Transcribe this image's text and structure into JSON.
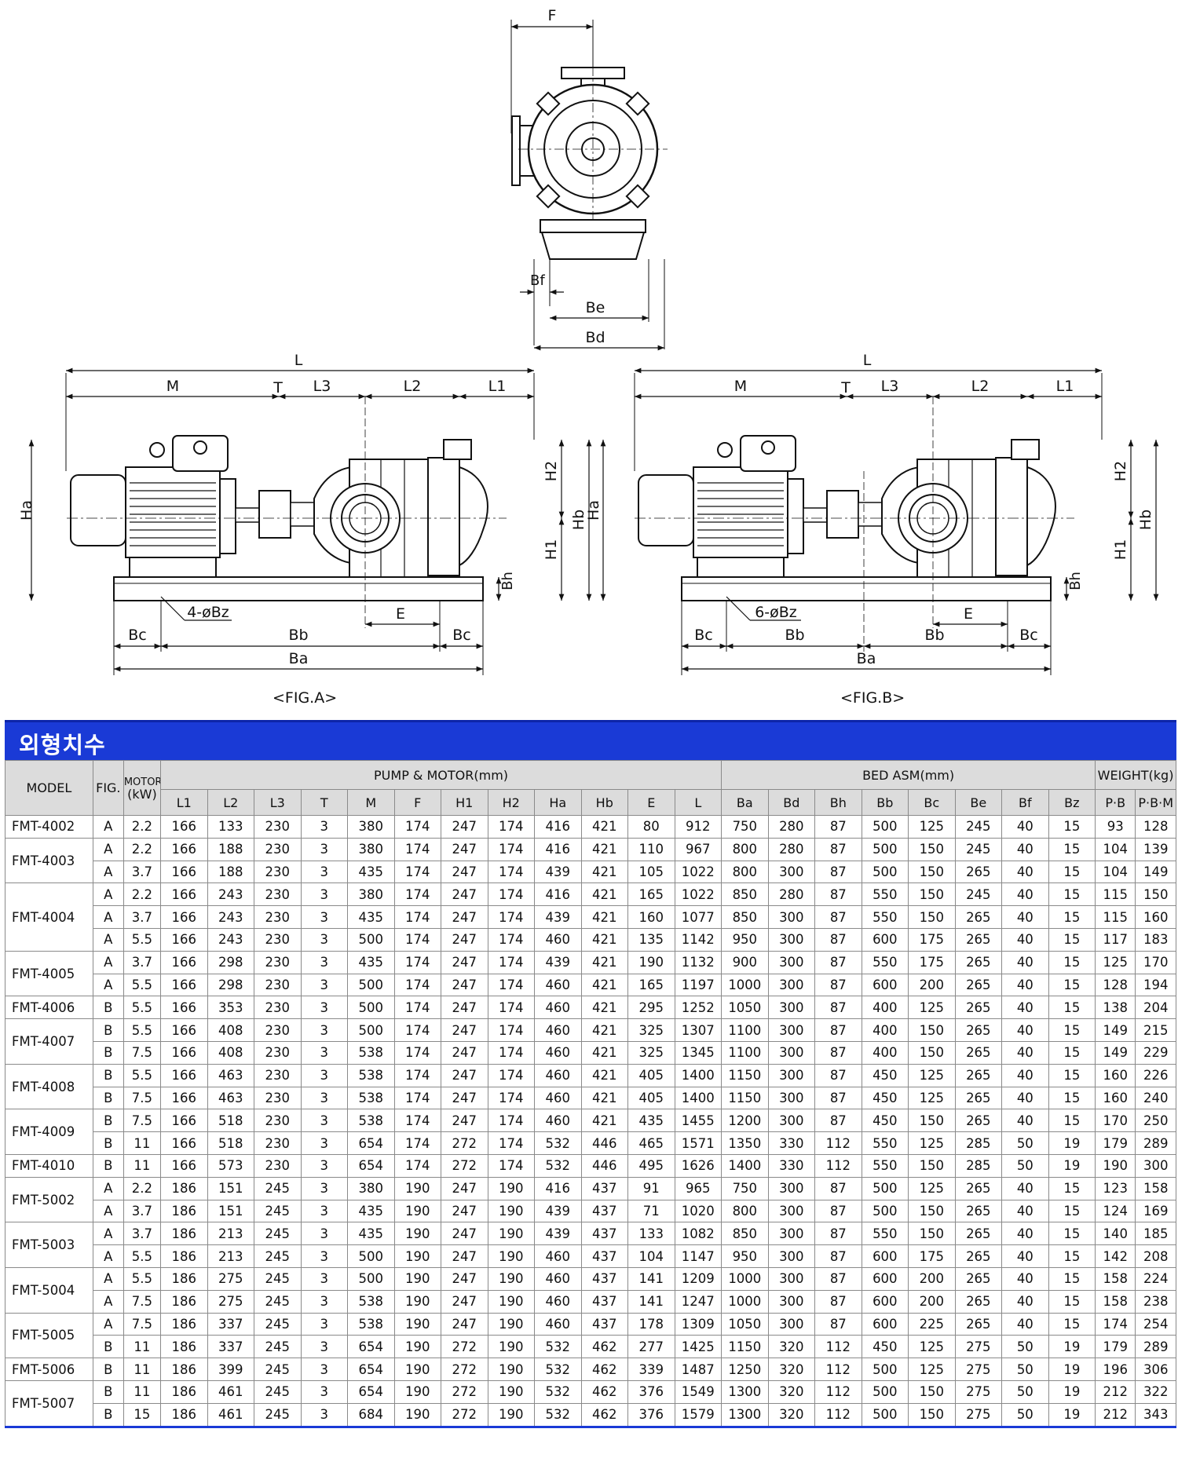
{
  "drawing_labels": {
    "F": "F",
    "Bf": "Bf",
    "Be": "Be",
    "Bd": "Bd",
    "L": "L",
    "M": "M",
    "T": "T",
    "L3": "L3",
    "L2": "L2",
    "L1": "L1",
    "Ha": "Ha",
    "H1": "H1",
    "H2": "H2",
    "Hb": "Hb",
    "Bh": "Bh",
    "E": "E",
    "Bb": "Bb",
    "Bc": "Bc",
    "Ba": "Ba",
    "bolts_a": "4-øBz",
    "bolts_b": "6-øBz"
  },
  "captions": {
    "fig_a": "<FIG.A>",
    "fig_b": "<FIG.B>"
  },
  "section_title": "외형치수",
  "table_headers": {
    "model": "MODEL",
    "fig": "FIG.",
    "motor_top": "MOTOR",
    "motor_unit": "(kW)",
    "pump_motor": "PUMP & MOTOR(mm)",
    "bed_asm": "BED ASM(mm)",
    "weight": "WEIGHT(kg)",
    "columns": [
      "L1",
      "L2",
      "L3",
      "T",
      "M",
      "F",
      "H1",
      "H2",
      "Ha",
      "Hb",
      "E",
      "L",
      "Ba",
      "Bd",
      "Bh",
      "Bb",
      "Bc",
      "Be",
      "Bf",
      "Bz",
      "P·B",
      "P·B·M"
    ]
  },
  "table_rows": [
    {
      "model": "FMT-4002",
      "span": 1,
      "values": [
        "A",
        "2.2",
        "166",
        "133",
        "230",
        "3",
        "380",
        "174",
        "247",
        "174",
        "416",
        "421",
        "80",
        "912",
        "750",
        "280",
        "87",
        "500",
        "125",
        "245",
        "40",
        "15",
        "93",
        "128"
      ]
    },
    {
      "model": "FMT-4003",
      "span": 2,
      "values": [
        "A",
        "2.2",
        "166",
        "188",
        "230",
        "3",
        "380",
        "174",
        "247",
        "174",
        "416",
        "421",
        "110",
        "967",
        "800",
        "280",
        "87",
        "500",
        "150",
        "245",
        "40",
        "15",
        "104",
        "139"
      ]
    },
    {
      "model": "",
      "span": 0,
      "values": [
        "A",
        "3.7",
        "166",
        "188",
        "230",
        "3",
        "435",
        "174",
        "247",
        "174",
        "439",
        "421",
        "105",
        "1022",
        "800",
        "300",
        "87",
        "500",
        "150",
        "265",
        "40",
        "15",
        "104",
        "149"
      ]
    },
    {
      "model": "FMT-4004",
      "span": 3,
      "values": [
        "A",
        "2.2",
        "166",
        "243",
        "230",
        "3",
        "380",
        "174",
        "247",
        "174",
        "416",
        "421",
        "165",
        "1022",
        "850",
        "280",
        "87",
        "550",
        "150",
        "245",
        "40",
        "15",
        "115",
        "150"
      ]
    },
    {
      "model": "",
      "span": 0,
      "values": [
        "A",
        "3.7",
        "166",
        "243",
        "230",
        "3",
        "435",
        "174",
        "247",
        "174",
        "439",
        "421",
        "160",
        "1077",
        "850",
        "300",
        "87",
        "550",
        "150",
        "265",
        "40",
        "15",
        "115",
        "160"
      ]
    },
    {
      "model": "",
      "span": 0,
      "values": [
        "A",
        "5.5",
        "166",
        "243",
        "230",
        "3",
        "500",
        "174",
        "247",
        "174",
        "460",
        "421",
        "135",
        "1142",
        "950",
        "300",
        "87",
        "600",
        "175",
        "265",
        "40",
        "15",
        "117",
        "183"
      ]
    },
    {
      "model": "FMT-4005",
      "span": 2,
      "values": [
        "A",
        "3.7",
        "166",
        "298",
        "230",
        "3",
        "435",
        "174",
        "247",
        "174",
        "439",
        "421",
        "190",
        "1132",
        "900",
        "300",
        "87",
        "550",
        "175",
        "265",
        "40",
        "15",
        "125",
        "170"
      ]
    },
    {
      "model": "",
      "span": 0,
      "values": [
        "A",
        "5.5",
        "166",
        "298",
        "230",
        "3",
        "500",
        "174",
        "247",
        "174",
        "460",
        "421",
        "165",
        "1197",
        "1000",
        "300",
        "87",
        "600",
        "200",
        "265",
        "40",
        "15",
        "128",
        "194"
      ]
    },
    {
      "model": "FMT-4006",
      "span": 1,
      "values": [
        "B",
        "5.5",
        "166",
        "353",
        "230",
        "3",
        "500",
        "174",
        "247",
        "174",
        "460",
        "421",
        "295",
        "1252",
        "1050",
        "300",
        "87",
        "400",
        "125",
        "265",
        "40",
        "15",
        "138",
        "204"
      ]
    },
    {
      "model": "FMT-4007",
      "span": 2,
      "values": [
        "B",
        "5.5",
        "166",
        "408",
        "230",
        "3",
        "500",
        "174",
        "247",
        "174",
        "460",
        "421",
        "325",
        "1307",
        "1100",
        "300",
        "87",
        "400",
        "150",
        "265",
        "40",
        "15",
        "149",
        "215"
      ]
    },
    {
      "model": "",
      "span": 0,
      "values": [
        "B",
        "7.5",
        "166",
        "408",
        "230",
        "3",
        "538",
        "174",
        "247",
        "174",
        "460",
        "421",
        "325",
        "1345",
        "1100",
        "300",
        "87",
        "400",
        "150",
        "265",
        "40",
        "15",
        "149",
        "229"
      ]
    },
    {
      "model": "FMT-4008",
      "span": 2,
      "values": [
        "B",
        "5.5",
        "166",
        "463",
        "230",
        "3",
        "538",
        "174",
        "247",
        "174",
        "460",
        "421",
        "405",
        "1400",
        "1150",
        "300",
        "87",
        "450",
        "125",
        "265",
        "40",
        "15",
        "160",
        "226"
      ]
    },
    {
      "model": "",
      "span": 0,
      "values": [
        "B",
        "7.5",
        "166",
        "463",
        "230",
        "3",
        "538",
        "174",
        "247",
        "174",
        "460",
        "421",
        "405",
        "1400",
        "1150",
        "300",
        "87",
        "450",
        "125",
        "265",
        "40",
        "15",
        "160",
        "240"
      ]
    },
    {
      "model": "FMT-4009",
      "span": 2,
      "values": [
        "B",
        "7.5",
        "166",
        "518",
        "230",
        "3",
        "538",
        "174",
        "247",
        "174",
        "460",
        "421",
        "435",
        "1455",
        "1200",
        "300",
        "87",
        "450",
        "150",
        "265",
        "40",
        "15",
        "170",
        "250"
      ]
    },
    {
      "model": "",
      "span": 0,
      "values": [
        "B",
        "11",
        "166",
        "518",
        "230",
        "3",
        "654",
        "174",
        "272",
        "174",
        "532",
        "446",
        "465",
        "1571",
        "1350",
        "330",
        "112",
        "550",
        "125",
        "285",
        "50",
        "19",
        "179",
        "289"
      ]
    },
    {
      "model": "FMT-4010",
      "span": 1,
      "values": [
        "B",
        "11",
        "166",
        "573",
        "230",
        "3",
        "654",
        "174",
        "272",
        "174",
        "532",
        "446",
        "495",
        "1626",
        "1400",
        "330",
        "112",
        "550",
        "150",
        "285",
        "50",
        "19",
        "190",
        "300"
      ]
    },
    {
      "model": "FMT-5002",
      "span": 2,
      "values": [
        "A",
        "2.2",
        "186",
        "151",
        "245",
        "3",
        "380",
        "190",
        "247",
        "190",
        "416",
        "437",
        "91",
        "965",
        "750",
        "300",
        "87",
        "500",
        "125",
        "265",
        "40",
        "15",
        "123",
        "158"
      ]
    },
    {
      "model": "",
      "span": 0,
      "values": [
        "A",
        "3.7",
        "186",
        "151",
        "245",
        "3",
        "435",
        "190",
        "247",
        "190",
        "439",
        "437",
        "71",
        "1020",
        "800",
        "300",
        "87",
        "500",
        "150",
        "265",
        "40",
        "15",
        "124",
        "169"
      ]
    },
    {
      "model": "FMT-5003",
      "span": 2,
      "values": [
        "A",
        "3.7",
        "186",
        "213",
        "245",
        "3",
        "435",
        "190",
        "247",
        "190",
        "439",
        "437",
        "133",
        "1082",
        "850",
        "300",
        "87",
        "550",
        "150",
        "265",
        "40",
        "15",
        "140",
        "185"
      ]
    },
    {
      "model": "",
      "span": 0,
      "values": [
        "A",
        "5.5",
        "186",
        "213",
        "245",
        "3",
        "500",
        "190",
        "247",
        "190",
        "460",
        "437",
        "104",
        "1147",
        "950",
        "300",
        "87",
        "600",
        "175",
        "265",
        "40",
        "15",
        "142",
        "208"
      ]
    },
    {
      "model": "FMT-5004",
      "span": 2,
      "values": [
        "A",
        "5.5",
        "186",
        "275",
        "245",
        "3",
        "500",
        "190",
        "247",
        "190",
        "460",
        "437",
        "141",
        "1209",
        "1000",
        "300",
        "87",
        "600",
        "200",
        "265",
        "40",
        "15",
        "158",
        "224"
      ]
    },
    {
      "model": "",
      "span": 0,
      "values": [
        "A",
        "7.5",
        "186",
        "275",
        "245",
        "3",
        "538",
        "190",
        "247",
        "190",
        "460",
        "437",
        "141",
        "1247",
        "1000",
        "300",
        "87",
        "600",
        "200",
        "265",
        "40",
        "15",
        "158",
        "238"
      ]
    },
    {
      "model": "FMT-5005",
      "span": 2,
      "values": [
        "A",
        "7.5",
        "186",
        "337",
        "245",
        "3",
        "538",
        "190",
        "247",
        "190",
        "460",
        "437",
        "178",
        "1309",
        "1050",
        "300",
        "87",
        "600",
        "225",
        "265",
        "40",
        "15",
        "174",
        "254"
      ]
    },
    {
      "model": "",
      "span": 0,
      "values": [
        "B",
        "11",
        "186",
        "337",
        "245",
        "3",
        "654",
        "190",
        "272",
        "190",
        "532",
        "462",
        "277",
        "1425",
        "1150",
        "320",
        "112",
        "450",
        "125",
        "275",
        "50",
        "19",
        "179",
        "289"
      ]
    },
    {
      "model": "FMT-5006",
      "span": 1,
      "values": [
        "B",
        "11",
        "186",
        "399",
        "245",
        "3",
        "654",
        "190",
        "272",
        "190",
        "532",
        "462",
        "339",
        "1487",
        "1250",
        "320",
        "112",
        "500",
        "125",
        "275",
        "50",
        "19",
        "196",
        "306"
      ]
    },
    {
      "model": "FMT-5007",
      "span": 2,
      "values": [
        "B",
        "11",
        "186",
        "461",
        "245",
        "3",
        "654",
        "190",
        "272",
        "190",
        "532",
        "462",
        "376",
        "1549",
        "1300",
        "320",
        "112",
        "500",
        "150",
        "275",
        "50",
        "19",
        "212",
        "322"
      ]
    },
    {
      "model": "",
      "span": 0,
      "values": [
        "B",
        "15",
        "186",
        "461",
        "245",
        "3",
        "684",
        "190",
        "272",
        "190",
        "532",
        "462",
        "376",
        "1579",
        "1300",
        "320",
        "112",
        "500",
        "150",
        "275",
        "50",
        "19",
        "212",
        "343"
      ]
    }
  ]
}
